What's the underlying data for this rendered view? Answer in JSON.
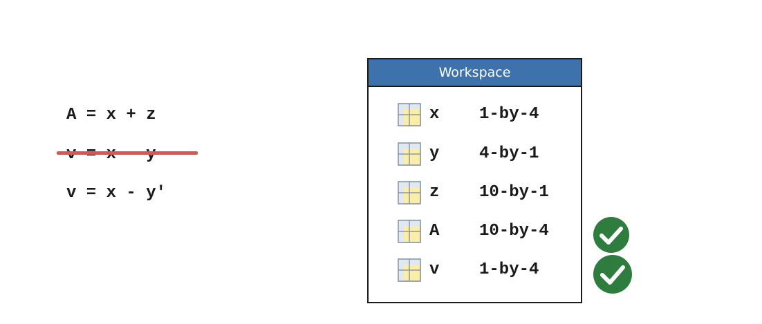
{
  "code": {
    "line1": "A = x + z",
    "line2": "v = x - y",
    "line3": "v = x - y′"
  },
  "workspace": {
    "title": "Workspace",
    "header_color": "#3e72ac",
    "variables": [
      {
        "name": "x",
        "size": "1-by-4",
        "icon": "matrix-grid-icon"
      },
      {
        "name": "y",
        "size": "4-by-1",
        "icon": "matrix-grid-icon"
      },
      {
        "name": "z",
        "size": "10-by-1",
        "icon": "matrix-grid-icon"
      },
      {
        "name": "A",
        "size": "10-by-4",
        "icon": "matrix-grid-icon",
        "checked": true
      },
      {
        "name": "v",
        "size": "1-by-4",
        "icon": "matrix-grid-icon",
        "checked": true
      }
    ]
  },
  "colors": {
    "strike": "#e05151",
    "check_fill": "#2e7d3f"
  },
  "icons": {
    "check": "check-circle-icon"
  }
}
